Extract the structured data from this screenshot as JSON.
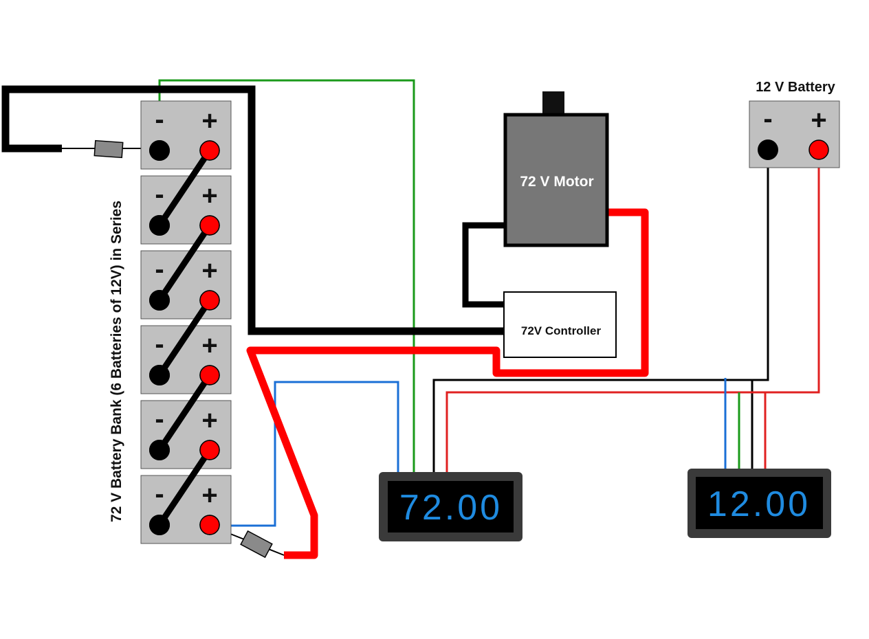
{
  "battery_bank": {
    "label": "72 V Battery Bank (6 Batteries of 12V) in Series",
    "minus_sign": "-",
    "plus_sign": "+",
    "battery_count": 6
  },
  "motor": {
    "label": "72 V Motor"
  },
  "controller": {
    "label": "72V Controller"
  },
  "aux_battery": {
    "label": "12 V Battery",
    "minus_sign": "-",
    "plus_sign": "+"
  },
  "meter_left": {
    "reading": "72.00"
  },
  "meter_right": {
    "reading": "12.00"
  },
  "colors": {
    "battery_fill": "#c0c0c0",
    "negative_terminal": "#000000",
    "positive_terminal": "#ff0000",
    "heavy_negative_wire": "#000000",
    "heavy_positive_wire": "#ff0000",
    "sense_blue": "#1a6fd6",
    "sense_green": "#1a9a1a",
    "sense_red": "#e02020",
    "motor_fill": "#777777",
    "meter_bezel": "#3a3a3a",
    "lcd_digits": "#1f8be0",
    "fuse": "#8a8a8a"
  }
}
